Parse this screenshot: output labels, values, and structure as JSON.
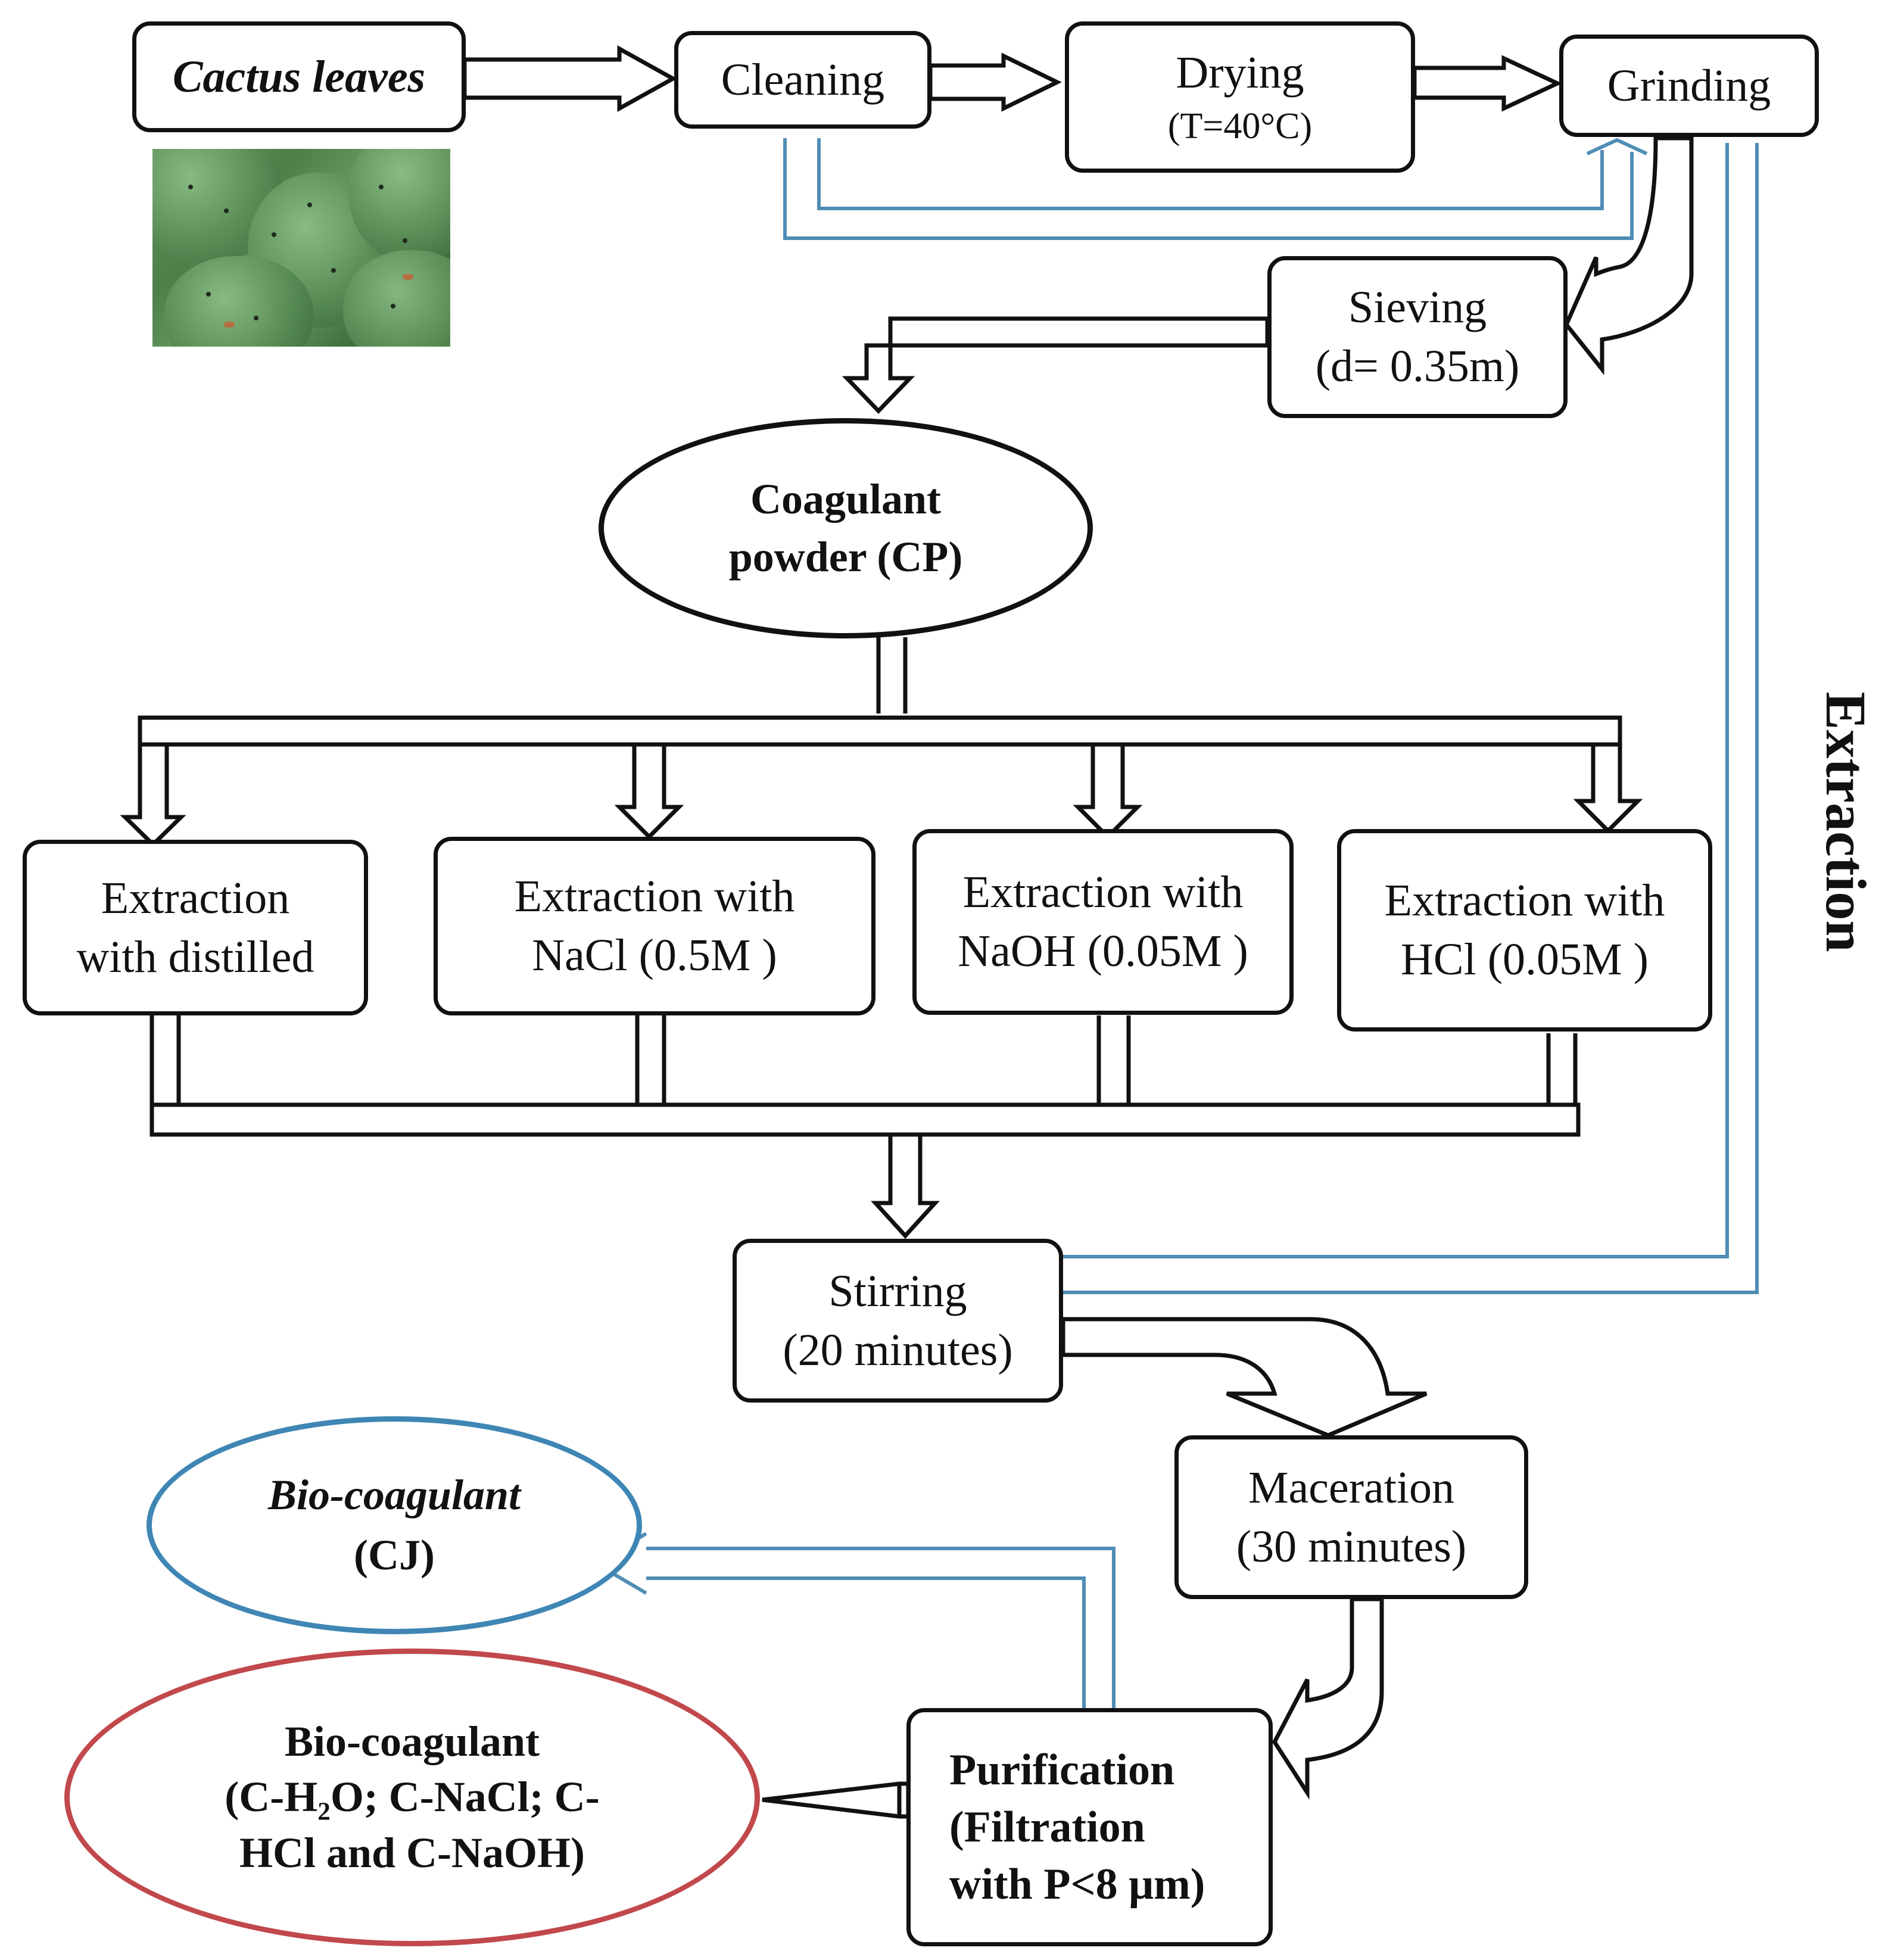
{
  "nodes": {
    "cactus_leaves": "Cactus leaves",
    "cleaning": "Cleaning",
    "drying": "Drying",
    "drying_temp": "(T=40°C)",
    "grinding": "Grinding",
    "sieving": "Sieving",
    "sieving_size": "(d= 0.35m)",
    "coagulant_powder_1": "Coagulant",
    "coagulant_powder_2": "powder (CP)",
    "ext_water_1": "Extraction",
    "ext_water_2": "with distilled",
    "ext_nacl_1": "Extraction with",
    "ext_nacl_2": "NaCl (0.5M )",
    "ext_naoh_1": "Extraction with",
    "ext_naoh_2": "NaOH (0.05M )",
    "ext_hcl_1": "Extraction with",
    "ext_hcl_2": "HCl (0.05M )",
    "stirring": "Stirring",
    "stirring_time": "(20 minutes)",
    "maceration": "Maceration",
    "maceration_time": "(30 minutes)",
    "purification_1": "Purification",
    "purification_2": "(Filtration",
    "purification_3": "with P<8  μm)",
    "bio_cj_1": "Bio-coagulant",
    "bio_cj_2": "(CJ)",
    "bio_multi_1": "Bio-coagulant",
    "bio_multi_2": "(C-H₂O; C-NaCl; C-",
    "bio_multi_3": "HCl and C-NaOH)"
  },
  "side_label": "Extraction",
  "colors": {
    "outline": "#111111",
    "blue_path": "#4f8db5",
    "cj_oval": "#3f86b4",
    "multi_oval": "#c1484c"
  },
  "icons": {
    "photo": "cactus-leaves-photo"
  }
}
